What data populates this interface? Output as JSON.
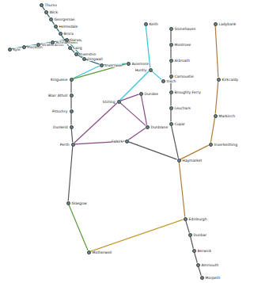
{
  "diagram": {
    "nodes": [
      {
        "text": [
          "Thurso"
        ]
      },
      {
        "text": [
          "Wick"
        ]
      },
      {
        "text": [
          "Georgemas"
        ]
      },
      {
        "text": [
          "Helmsdale"
        ]
      },
      {
        "text": [
          "Brora"
        ]
      },
      {
        "text": [
          "Golspie"
        ]
      },
      {
        "text": [
          "Lairg"
        ]
      },
      {
        "text": [
          "Invershin"
        ]
      },
      {
        "text": [
          "Dingwall"
        ]
      },
      {
        "text": [
          "Inverness"
        ]
      },
      {
        "text": [
          "Kyle"
        ]
      },
      {
        "text": [
          "Plockton"
        ]
      },
      {
        "text": [
          "Strathcarron"
        ]
      },
      {
        "text": [
          "Achnasheen"
        ]
      },
      {
        "text": [
          "Garve"
        ]
      },
      {
        "text": [
          "Aviemore"
        ]
      },
      {
        "text": [
          "Kingussie"
        ]
      },
      {
        "text": [
          "Blair Atholl"
        ]
      },
      {
        "text": [
          "Pitlochry"
        ]
      },
      {
        "text": [
          "Dunkeld"
        ]
      },
      {
        "text": [
          "Perth"
        ]
      },
      {
        "text": [
          "Dundee"
        ]
      },
      {
        "text": [
          "Keith"
        ]
      },
      {
        "text": [
          "Huntly"
        ]
      },
      {
        "text": [
          "Insch"
        ]
      },
      {
        "text": [
          "Stonehaven"
        ]
      },
      {
        "text": [
          "Montrose"
        ]
      },
      {
        "text": [
          "Arbroath"
        ]
      },
      {
        "text": [
          "Carnoustie"
        ]
      },
      {
        "text": [
          "Broughty Ferry"
        ]
      },
      {
        "text": [
          "Leuchars"
        ]
      },
      {
        "text": [
          "Cupar"
        ]
      },
      {
        "text": [
          "Ladybank"
        ]
      },
      {
        "text": [
          "Kirkcaldy"
        ]
      },
      {
        "text": [
          "Markinch"
        ]
      },
      {
        "text": [
          "Stirling"
        ]
      },
      {
        "text": [
          "Dunblane"
        ]
      },
      {
        "text": [
          "Falkirk"
        ]
      },
      {
        "text": [
          "Glasgow"
        ]
      },
      {
        "text": [
          "Motherwell"
        ]
      },
      {
        "text": [
          "Edinburgh"
        ]
      },
      {
        "text": [
          "Dunbar"
        ]
      },
      {
        "text": [
          "Berwick"
        ]
      },
      {
        "text": [
          "Alnmouth"
        ]
      },
      {
        "text": [
          "Morpeth"
        ]
      },
      {
        "text": [
          "Haymarket"
        ]
      },
      {
        "text": [
          "Inverkeithing"
        ]
      }
    ],
    "edges": [
      {
        "from": 0,
        "to": 1,
        "arrow": "none"
      },
      {
        "from": 1,
        "to": 2,
        "arrow": "none"
      },
      {
        "from": 2,
        "to": 3,
        "arrow": "none"
      },
      {
        "from": 3,
        "to": 4,
        "arrow": "none"
      },
      {
        "from": 4,
        "to": 5,
        "arrow": "none"
      },
      {
        "from": 5,
        "to": 6,
        "arrow": "none"
      },
      {
        "from": 6,
        "to": 7,
        "arrow": "none"
      },
      {
        "from": 7,
        "to": 8,
        "arrow": "none"
      },
      {
        "from": 8,
        "to": 9,
        "arrow": "none"
      },
      {
        "from": 10,
        "to": 11,
        "arrow": "none"
      },
      {
        "from": 11,
        "to": 12,
        "arrow": "none"
      },
      {
        "from": 12,
        "to": 13,
        "arrow": "none"
      },
      {
        "from": 13,
        "to": 14,
        "arrow": "none"
      },
      {
        "from": 14,
        "to": 8,
        "arrow": "none"
      },
      {
        "from": 9,
        "to": 16,
        "arrow": "none"
      },
      {
        "from": 9,
        "to": 15,
        "arrow": "none"
      },
      {
        "from": 16,
        "to": 15,
        "arrow": "none"
      },
      {
        "from": 16,
        "to": 17,
        "arrow": "none"
      },
      {
        "from": 17,
        "to": 18,
        "arrow": "none"
      },
      {
        "from": 18,
        "to": 19,
        "arrow": "none"
      },
      {
        "from": 19,
        "to": 20,
        "arrow": "none"
      },
      {
        "from": 22,
        "to": 23,
        "arrow": "none"
      },
      {
        "from": 23,
        "to": 24,
        "arrow": "none"
      },
      {
        "from": 23,
        "to": 35,
        "arrow": "none"
      },
      {
        "from": 25,
        "to": 26,
        "arrow": "none"
      },
      {
        "from": 26,
        "to": 27,
        "arrow": "none"
      },
      {
        "from": 27,
        "to": 28,
        "arrow": "none"
      },
      {
        "from": 28,
        "to": 29,
        "arrow": "none"
      },
      {
        "from": 29,
        "to": 30,
        "arrow": "none"
      },
      {
        "from": 30,
        "to": 31,
        "arrow": "none"
      },
      {
        "from": 20,
        "to": 35,
        "arrow": "none"
      },
      {
        "from": 35,
        "to": 21,
        "arrow": "none"
      },
      {
        "from": 35,
        "to": 36,
        "arrow": "none"
      },
      {
        "from": 36,
        "to": 37,
        "arrow": "none"
      },
      {
        "from": 37,
        "to": 20,
        "arrow": "none"
      },
      {
        "from": 21,
        "to": 36,
        "arrow": "none"
      },
      {
        "from": 31,
        "to": 45,
        "arrow": "none"
      },
      {
        "from": 45,
        "to": 40,
        "arrow": "none"
      },
      {
        "from": 32,
        "to": 33,
        "arrow": "none"
      },
      {
        "from": 33,
        "to": 34,
        "arrow": "none"
      },
      {
        "from": 34,
        "to": 46,
        "arrow": "none"
      },
      {
        "from": 46,
        "to": 45,
        "arrow": "none"
      },
      {
        "from": 20,
        "to": 38,
        "arrow": "none"
      },
      {
        "from": 38,
        "to": 39,
        "arrow": "none"
      },
      {
        "from": 39,
        "to": 40,
        "arrow": "none"
      },
      {
        "from": 40,
        "to": 41,
        "arrow": "none"
      },
      {
        "from": 41,
        "to": 42,
        "arrow": "none"
      },
      {
        "from": 42,
        "to": 43,
        "arrow": "none"
      },
      {
        "from": 43,
        "to": 44,
        "arrow": "none"
      },
      {
        "from": 37,
        "to": 45,
        "arrow": "none"
      }
    ]
  }
}
